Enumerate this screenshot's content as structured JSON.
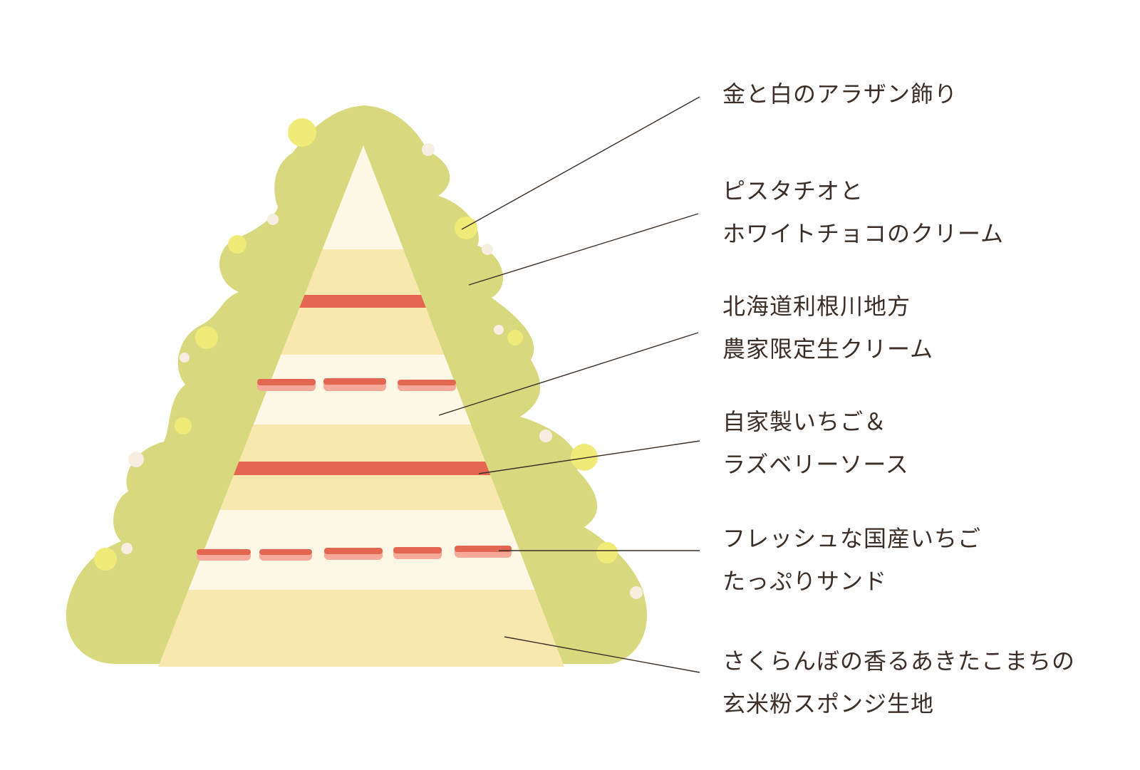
{
  "colors": {
    "tree_green": "#d8d97e",
    "cream_light": "#fdf8e6",
    "cream_yellow": "#f9e7b0",
    "sauce_red": "#e26650",
    "sauce_pink": "#f6a89a",
    "ornament_yellow": "#f0eb78",
    "ornament_white": "#f6efe1",
    "leader_line": "#3b2e26",
    "text": "#3b2e26"
  },
  "labels": [
    {
      "lines": [
        "金と白のアラザン飾り"
      ]
    },
    {
      "lines": [
        "ピスタチオと",
        "ホワイトチョコのクリーム"
      ]
    },
    {
      "lines": [
        "北海道利根川地方",
        "農家限定生クリーム"
      ]
    },
    {
      "lines": [
        "自家製いちご＆",
        "ラズベリーソース"
      ]
    },
    {
      "lines": [
        "フレッシュな国産いちご",
        "たっぷりサンド"
      ]
    },
    {
      "lines": [
        "さくらんぼの香るあきたこまちの",
        "玄米粉スポンジ生地"
      ]
    }
  ]
}
